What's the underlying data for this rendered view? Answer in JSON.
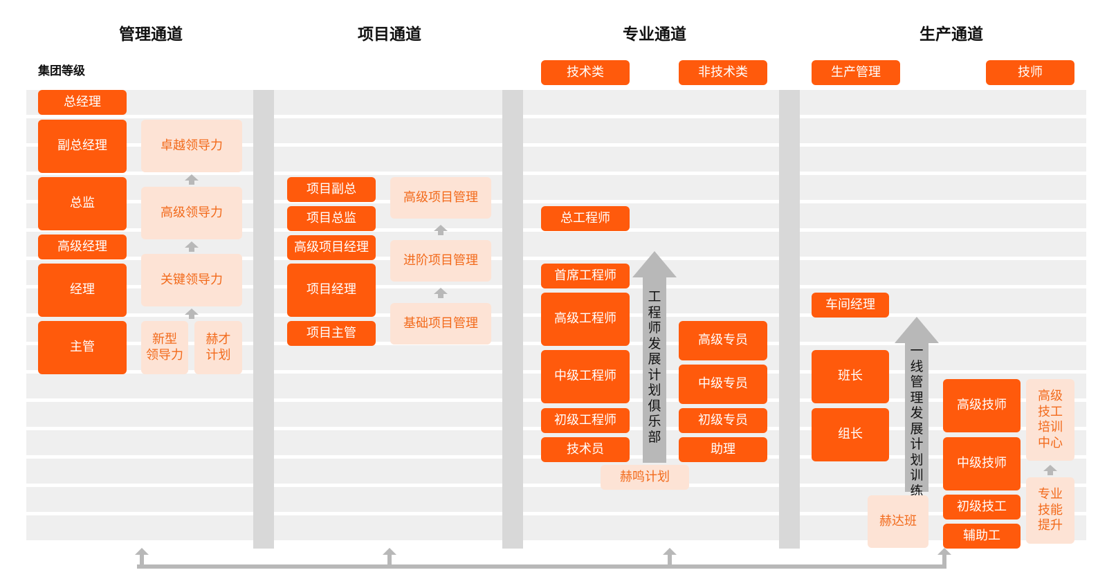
{
  "columns": {
    "management": "管理通道",
    "project": "项目通道",
    "professional": "专业通道",
    "production": "生产通道"
  },
  "corner_label": "集团等级",
  "sub_headers": {
    "technical": "技术类",
    "non_technical": "非技术类",
    "production_mgmt": "生产管理",
    "technician": "技师"
  },
  "management": {
    "levels": {
      "general_manager": "总经理",
      "deputy_gm": "副总经理",
      "director": "总监",
      "senior_manager": "高级经理",
      "manager": "经理",
      "supervisor": "主管"
    },
    "programs": {
      "excellent": "卓越领导力",
      "senior": "高级领导力",
      "key": "关键领导力",
      "new": "新型\n领导力",
      "talent": "赫才\n计划"
    }
  },
  "project": {
    "levels": {
      "deputy_gm": "项目副总",
      "director": "项目总监",
      "senior_manager": "高级项目经理",
      "manager": "项目经理",
      "supervisor": "项目主管"
    },
    "programs": {
      "advanced": "高级项目管理",
      "intermediate": "进阶项目管理",
      "basic": "基础项目管理"
    }
  },
  "professional": {
    "technical": {
      "chief_engineer": "总工程师",
      "principal_engineer": "首席工程师",
      "senior_engineer": "高级工程师",
      "mid_engineer": "中级工程师",
      "junior_engineer": "初级工程师",
      "technician": "技术员"
    },
    "non_technical": {
      "senior_specialist": "高级专员",
      "mid_specialist": "中级专员",
      "junior_specialist": "初级专员",
      "assistant": "助理"
    },
    "arrow_text": "工程师发展计划俱乐部",
    "program": "赫鸣计划"
  },
  "production": {
    "management": {
      "workshop_manager": "车间经理",
      "team_leader": "班长",
      "group_leader": "组长"
    },
    "technician": {
      "senior_technician": "高级技师",
      "mid_technician": "中级技师",
      "junior_technician": "初级技工",
      "helper": "辅助工"
    },
    "arrow_text": "一线管理发展计划训练营",
    "program": "赫达班",
    "training_center": "高级\n技工\n培训\n中心",
    "skill_upgrade": "专业\n技能\n提升"
  },
  "colors": {
    "orange": "#ff5a0c",
    "light_orange": "#fde3d5",
    "row_gray": "#efefef",
    "separator": "#d8d8d8",
    "arrow_gray": "#b8b8b8"
  }
}
